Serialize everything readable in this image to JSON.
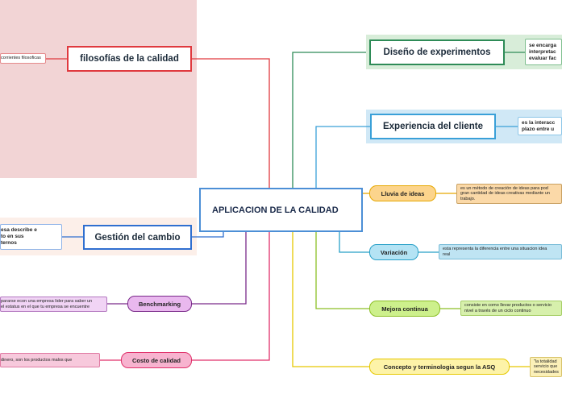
{
  "central": {
    "title": "APLICACION DE LA CALIDAD"
  },
  "left_branches": {
    "filosofias": {
      "label": "filosofías de la calidad",
      "note": "corrientes filosoficas",
      "color": "#e0393e"
    },
    "gestion": {
      "label": "Gestión del cambio",
      "note": "esa describe e\nto en sus\nternos",
      "color": "#2f6fd0"
    },
    "benchmarking": {
      "label": "Benchmarking",
      "note": "pararse econ una empresa lider para saber un\nel estatus en el que tu empresa se encuentre",
      "color": "#7a2a8a"
    },
    "costo": {
      "label": "Costo de calidad",
      "note": "dinero, son los productos malos que",
      "color": "#e0306a"
    }
  },
  "right_branches": {
    "diseno": {
      "label": "Diseño de experimentos",
      "note": "se encarga\ninterpretac\nevaluar fac",
      "color": "#2e8b57"
    },
    "experiencia": {
      "label": "Experiencia del cliente",
      "note": "es la interacc\nplazo entre u",
      "color": "#3aa0d8"
    },
    "lluvia": {
      "label": "Lluvia de ideas",
      "note": "es un método de creación de ideas para pod\ngran cantidad de ideas creativas mediante un\ntrabajo.",
      "color": "#e6a800"
    },
    "variacion": {
      "label": "Variación",
      "note": "esta representa la diferencia entre una situacion idea\nreal",
      "color": "#28a0c8"
    },
    "mejora": {
      "label": "Mejora continua",
      "note": "consiste en como llevar productos o servicio\nnivel a través de un ciclo continuo",
      "color": "#8cbf26"
    },
    "concepto": {
      "label": "Concepto y terminologia segun la ASQ",
      "note": "\"la totalidad\nservicio que\nnecesidades",
      "color": "#e6c800"
    }
  }
}
